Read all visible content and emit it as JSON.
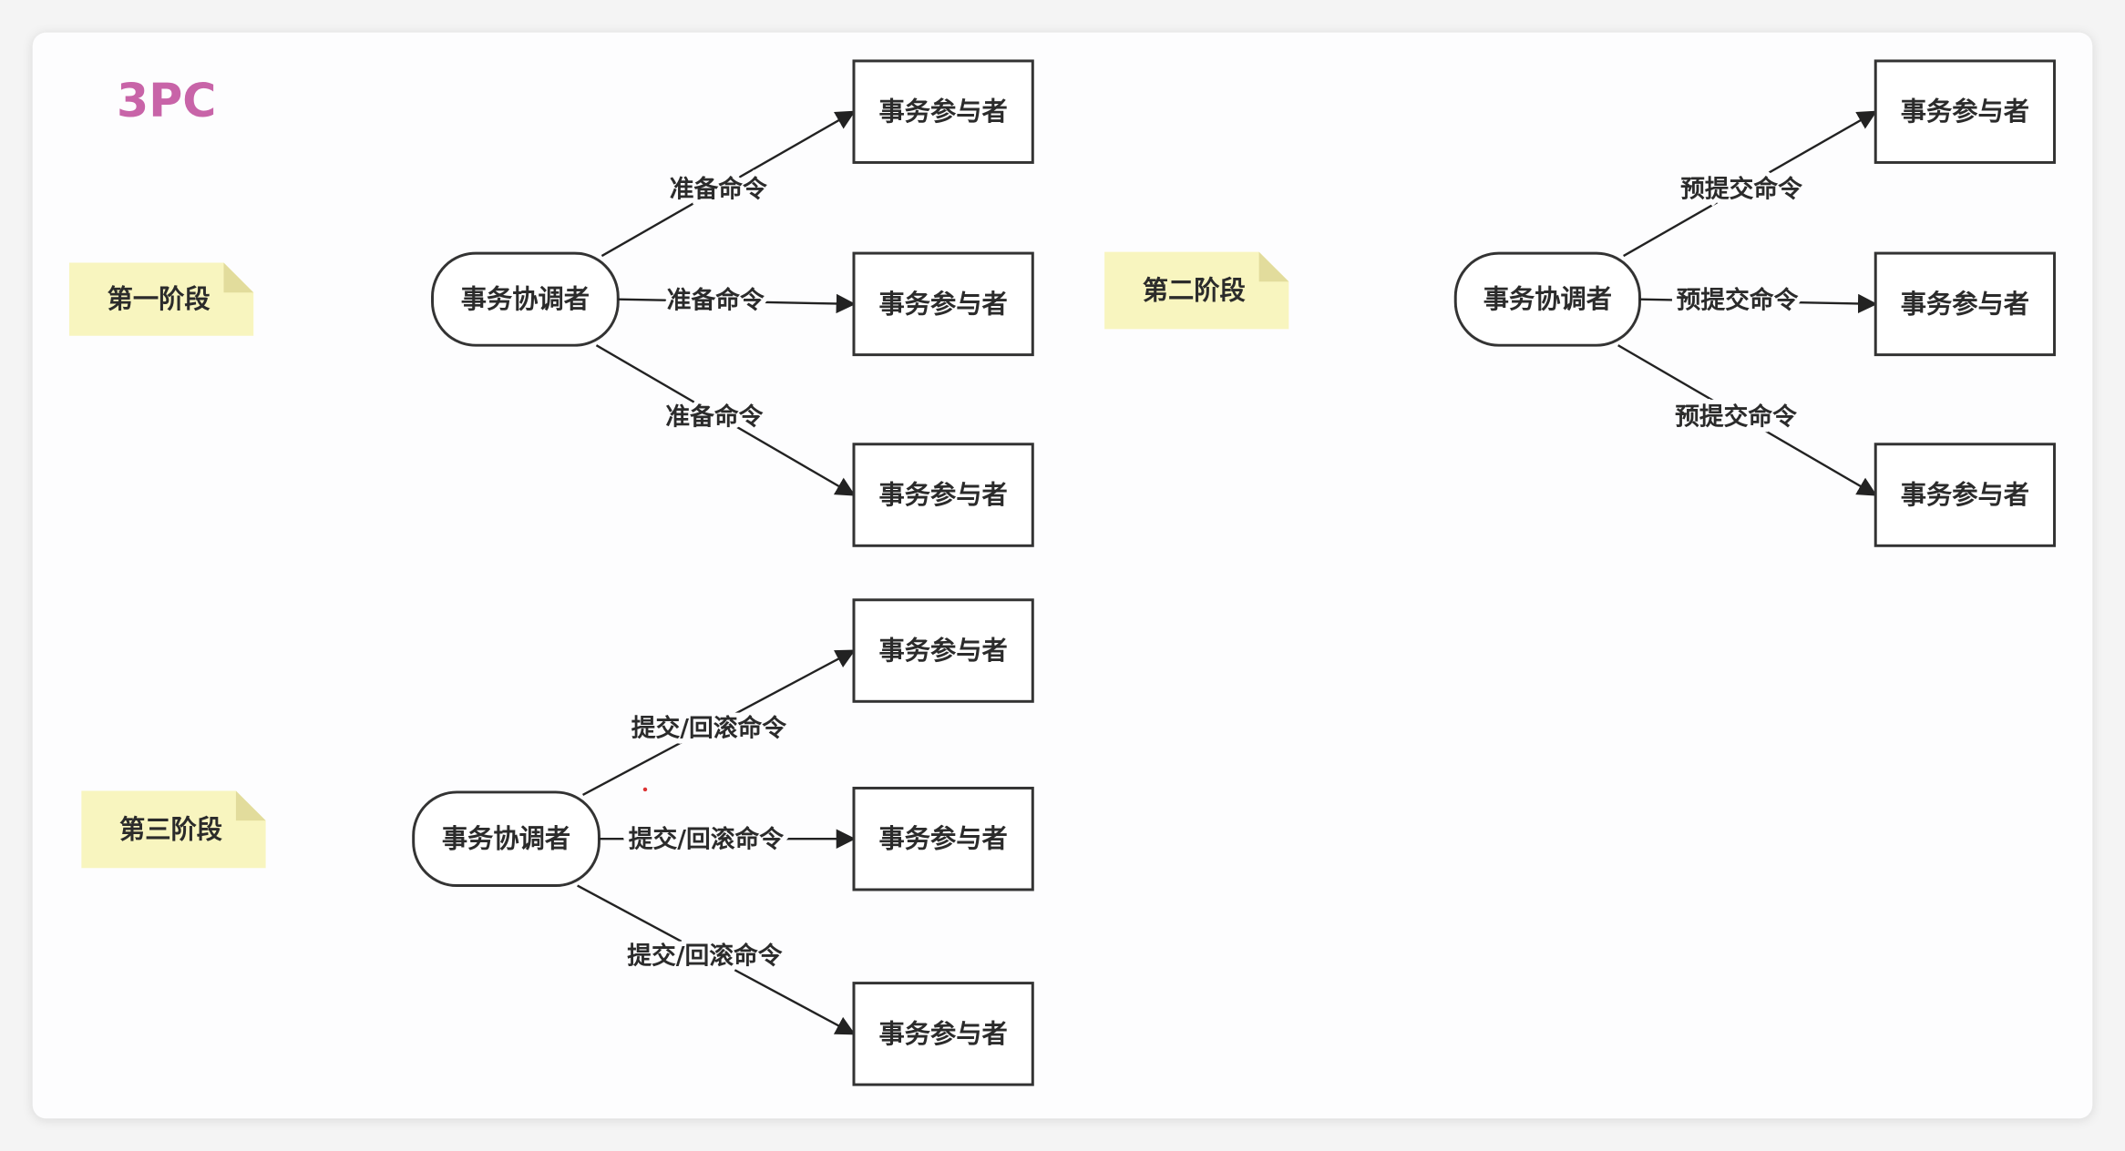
{
  "title": "3PC",
  "colors": {
    "title": "#c864a8",
    "note": "#f8f5bf",
    "line": "#222222"
  },
  "phases": [
    {
      "note": "第一阶段",
      "coordinator": "事务协调者",
      "command": "准备命令",
      "participants": [
        "事务参与者",
        "事务参与者",
        "事务参与者"
      ]
    },
    {
      "note": "第二阶段",
      "coordinator": "事务协调者",
      "command": "预提交命令",
      "participants": [
        "事务参与者",
        "事务参与者",
        "事务参与者"
      ]
    },
    {
      "note": "第三阶段",
      "coordinator": "事务协调者",
      "command": "提交/回滚命令",
      "participants": [
        "事务参与者",
        "事务参与者",
        "事务参与者"
      ]
    }
  ]
}
